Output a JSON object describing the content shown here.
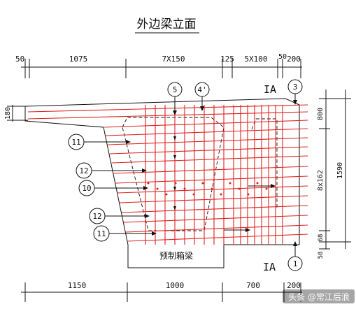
{
  "title": "外边梁立面",
  "top_dims": [
    "50",
    "1075",
    "7X150",
    "125",
    "5X100",
    "50",
    "200"
  ],
  "bottom_dims": [
    "1150",
    "1000",
    "700",
    "200"
  ],
  "left_dims": [
    "180"
  ],
  "right_dims": [
    "800",
    "8x162",
    "1590",
    "68",
    "58"
  ],
  "callouts": {
    "c5": "5",
    "c4p": "4'",
    "c3": "3",
    "c11a": "11",
    "c12a": "12",
    "c10": "10",
    "c12b": "12",
    "c11b": "11",
    "c1": "1"
  },
  "section_marks": [
    "IA",
    "IA"
  ],
  "inner_label": "预制箱梁",
  "watermark": "头条 @常江后浪",
  "colors": {
    "rebar": "#e0211f",
    "line": "#111111"
  }
}
